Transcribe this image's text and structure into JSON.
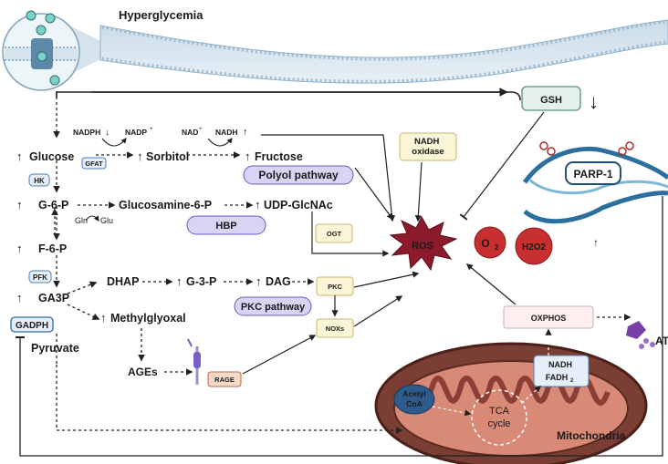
{
  "title": "Hyperglycemia",
  "glycolysis": {
    "glucose": "Glucose",
    "g6p": "G-6-P",
    "f6p": "F-6-P",
    "ga3p": "GA3P",
    "pyruvate": "Pyruvate",
    "hk": "HK",
    "pfk": "PFK",
    "gadph": "GADPH"
  },
  "polyol": {
    "nadph": "NADPH",
    "nadp": "NADP",
    "nadp_sup": "+",
    "nad": "NAD",
    "nad_sup": "+",
    "nadh": "NADH",
    "sorbitol": "Sorbitol",
    "fructose": "Fructose",
    "label": "Polyol pathway"
  },
  "hbp": {
    "gfat": "GFAT",
    "glucosamine": "Glucosamine-6-P",
    "udp": "UDP-GlcNAc",
    "gln": "Gln",
    "glu": "Glu",
    "label": "HBP",
    "ogt": "OGT"
  },
  "pkc": {
    "dhap": "DHAP",
    "g3p": "G-3-P",
    "dag": "DAG",
    "pkc_box": "PKC",
    "label": "PKC pathway",
    "noxs": "NOXs"
  },
  "ages": {
    "methylglyoxal": "Methylglyoxal",
    "ages": "AGEs",
    "rage": "RAGE"
  },
  "ros_area": {
    "nadh_oxidase": "NADH\noxidase",
    "ros": "ROS",
    "o2": "O",
    "o2_sub": "2",
    "h2o2": "H2O2",
    "gsh": "GSH",
    "parp": "PARP-1"
  },
  "mito": {
    "oxphos": "OXPHOS",
    "atp": "ATP",
    "nadh": "NADH",
    "fadh": "FADH",
    "fadh_sub": "2",
    "acetyl": "Acetyl",
    "coa": "CoA",
    "tca1": "TCA",
    "tca2": "cycle",
    "label": "Mitochondria"
  },
  "colors": {
    "up_arrow": "#8a5a2b",
    "down_arrow": "#2e6da4",
    "purple": "#7b3fa8",
    "blue": "#2e6da4",
    "ros": "#8b1a2b",
    "pathway_fill": "#d8d4f3",
    "pathway_text": "#5b4ab0",
    "ages": "#c98ad0",
    "mito": "#7a3e35",
    "box_yellow": "#fbf4d6",
    "box_blue": "#e6eef9"
  }
}
